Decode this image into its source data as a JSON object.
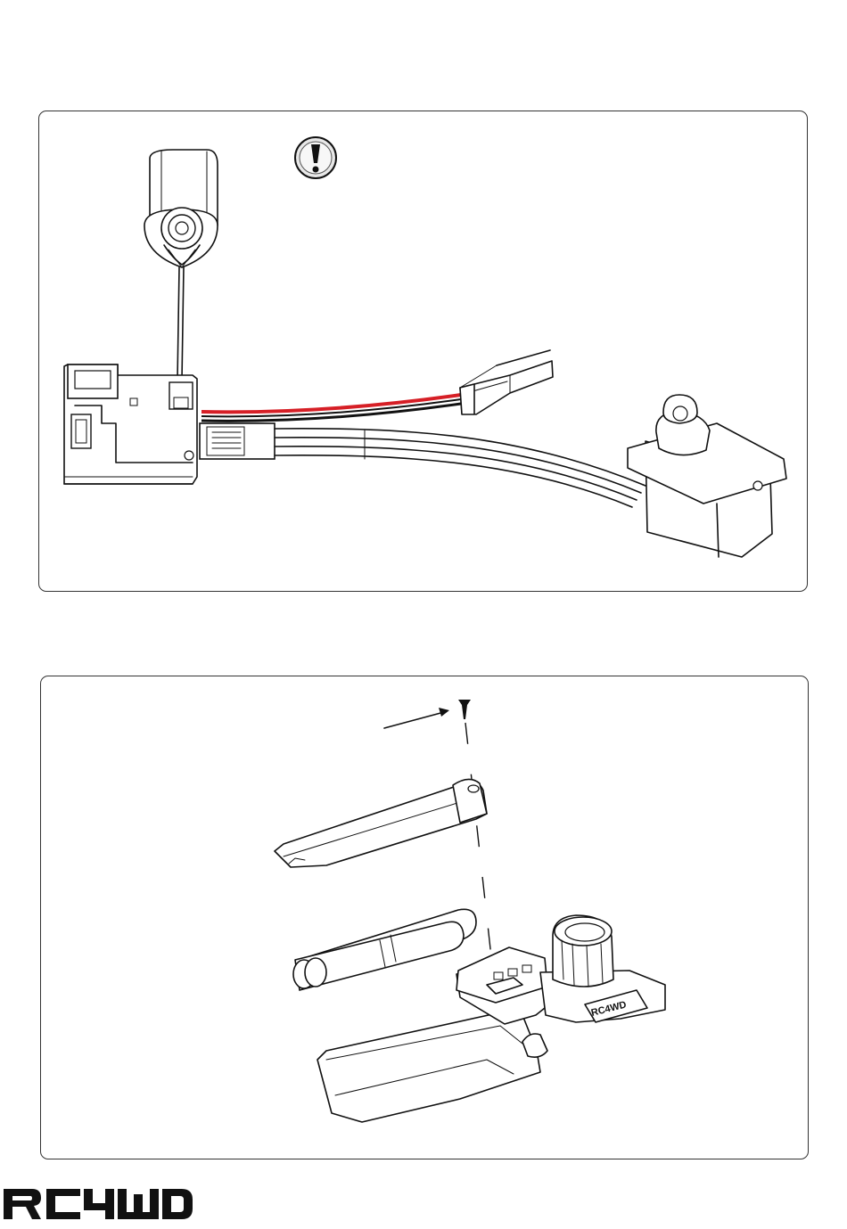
{
  "document": {
    "brand_logo_text": "RC4WD",
    "transmitter_brand_text": "RC4WD"
  },
  "panels": [
    {
      "name": "wiring-diagram-panel",
      "icon": "warning-exclamation-icon"
    },
    {
      "name": "battery-install-panel"
    }
  ],
  "colors": {
    "wire_red": "#d61f26",
    "wire_black": "#111111",
    "outline": "#111111"
  }
}
